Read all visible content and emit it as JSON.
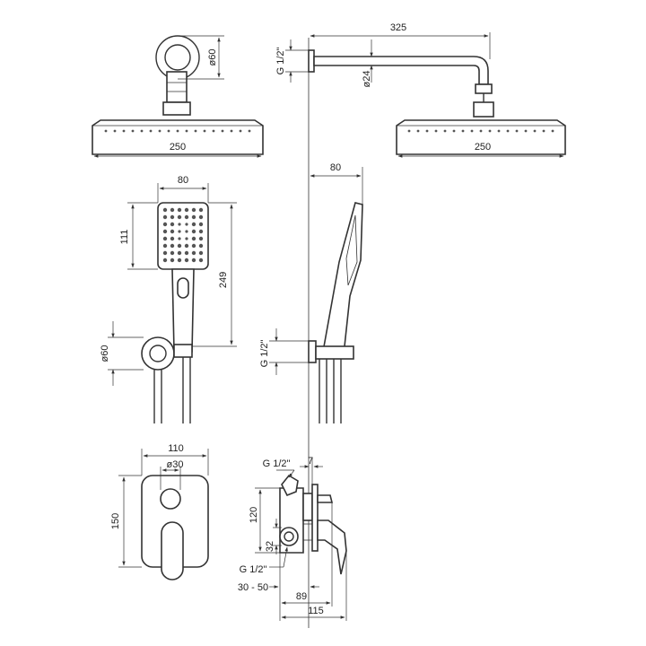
{
  "top": {
    "overhead_width": "250",
    "wall_rosette_diameter": "ø60",
    "arm_length": "325",
    "arm_thread": "G 1/2\"",
    "arm_diameter": "ø24",
    "overhead_width_side": "250"
  },
  "middle": {
    "hand_width": "80",
    "hand_head_height": "111",
    "hand_total_length": "249",
    "holder_diameter": "ø60",
    "hand_depth": "80",
    "outlet_thread": "G 1/2\""
  },
  "bottom": {
    "plate_width": "110",
    "knob_diameter": "ø30",
    "plate_height": "150",
    "inlet_thread_top": "G 1/2\"",
    "plate_offset": "7",
    "body_height": "120",
    "port_size": "32",
    "inlet_thread_bottom": "G 1/2\"",
    "install_depth": "30 - 50",
    "depth_89": "89",
    "depth_115": "115"
  }
}
